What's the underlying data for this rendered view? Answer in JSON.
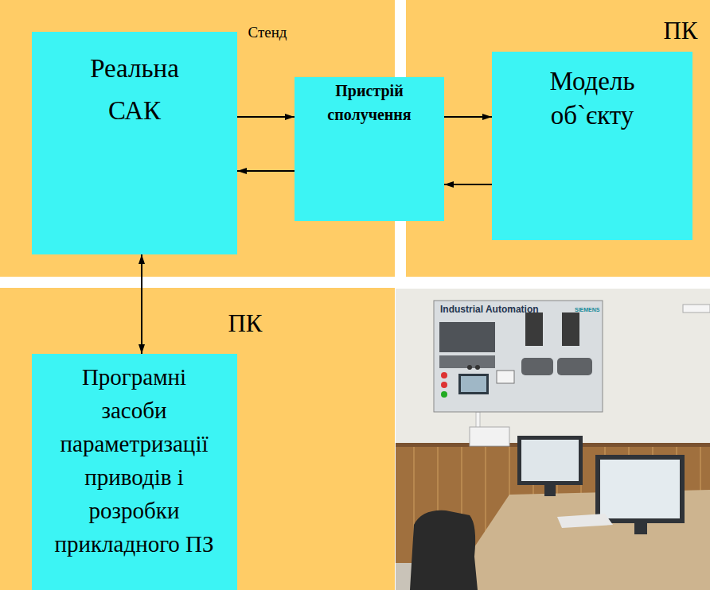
{
  "diagram": {
    "nodes": [
      {
        "text": [
          "Стенд"
        ]
      },
      {
        "text": [
          "Реальна САК"
        ],
        "in": 0
      },
      {
        "text": [
          "Пристрій сполучення"
        ]
      },
      {
        "text": [
          "ПК"
        ]
      },
      {
        "text": [
          "Модель об`єкту"
        ],
        "in": 3
      },
      {
        "text": [
          "ПК"
        ]
      },
      {
        "text": [
          "Програмні засоби параметризації приводів і розробки прикладного ПЗ"
        ],
        "in": 5
      }
    ],
    "edges": [
      {
        "from": 1,
        "to": 2,
        "arrow": "to"
      },
      {
        "from": 2,
        "to": 1,
        "arrow": "to"
      },
      {
        "from": 2,
        "to": 4,
        "arrow": "to"
      },
      {
        "from": 4,
        "to": 2,
        "arrow": "to"
      },
      {
        "from": 1,
        "to": 6,
        "arrow": "both"
      }
    ],
    "labels": [
      "Industrial Automation",
      "SIEMENS"
    ]
  }
}
